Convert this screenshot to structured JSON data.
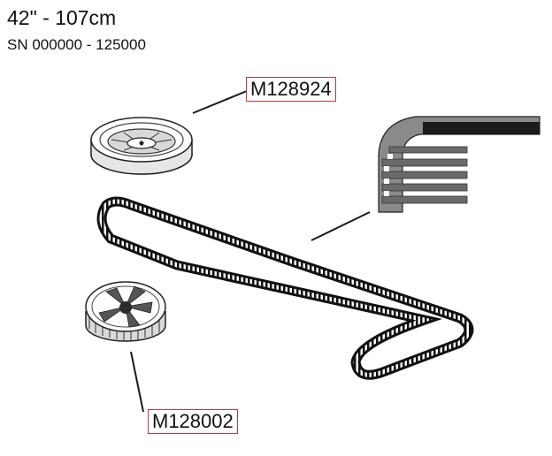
{
  "header": {
    "size_label": "42\" - 107cm",
    "serial_range": "SN 000000 - 125000"
  },
  "parts": [
    {
      "part_number": "M128924",
      "component": "pulley-upper"
    },
    {
      "part_number": "M128002",
      "component": "pulley-lower"
    }
  ],
  "colors": {
    "label_border": "#c23a3a",
    "line": "#1a1a1a"
  }
}
